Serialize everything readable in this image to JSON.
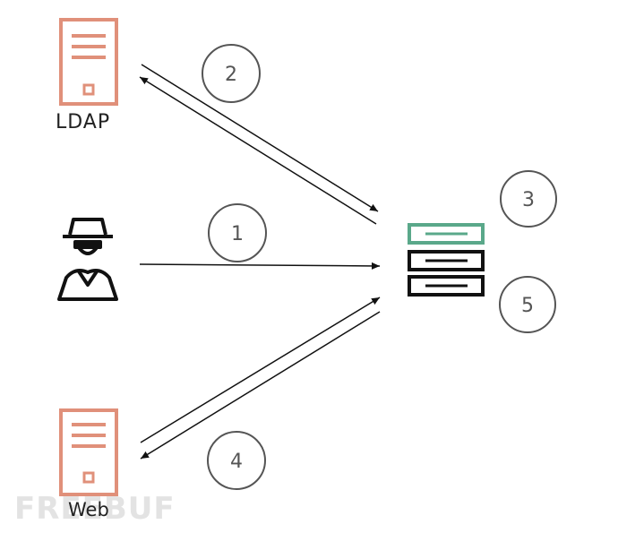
{
  "nodes": {
    "ldap": {
      "label": "LDAP"
    },
    "web": {
      "label": "Web"
    }
  },
  "steps": [
    "1",
    "2",
    "3",
    "4",
    "5"
  ],
  "watermark": "FREEBUF",
  "colors": {
    "server_orange": "#e0907a",
    "stack_green": "#5aa88a",
    "ink": "#111111",
    "circle": "#555555"
  }
}
